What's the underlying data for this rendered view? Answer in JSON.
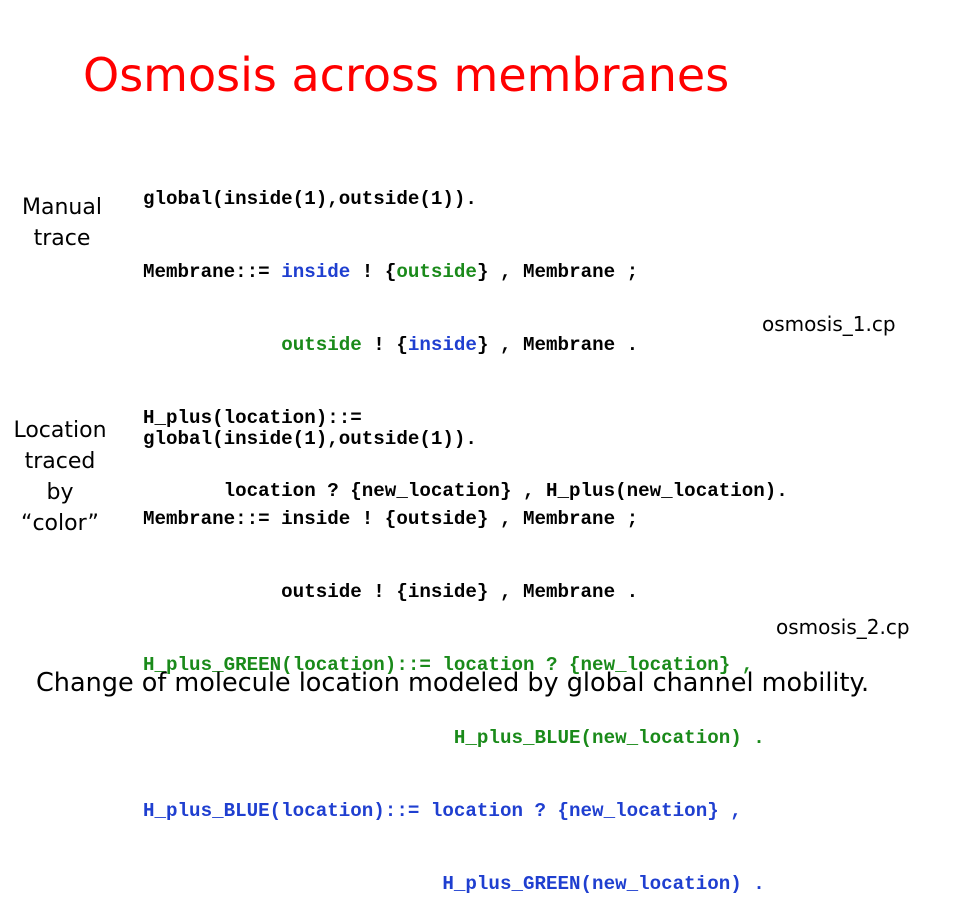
{
  "title": "Osmosis across membranes",
  "colors": {
    "title": "#ff0000",
    "blue": "#1f3fd0",
    "green": "#1a8a1a",
    "text": "#000000"
  },
  "section1": {
    "label_line1": "Manual",
    "label_line2": "trace",
    "code": {
      "l1": "global(inside(1),outside(1)).",
      "l2_a": "Membrane::= ",
      "l2_b": "inside",
      "l2_c": " ! {",
      "l2_d": "outside",
      "l2_e": "} , Membrane ;",
      "l3_a": "            ",
      "l3_b": "outside",
      "l3_c": " ! {",
      "l3_d": "inside",
      "l3_e": "} , Membrane .",
      "l4": "H_plus(location)::=",
      "l5": "       location ? {new_location} , H_plus(new_location)."
    },
    "filename": "osmosis_1.cp"
  },
  "section2": {
    "label_line1": "Location",
    "label_line2": "traced",
    "label_line3": "by",
    "label_line4": "“color”",
    "code": {
      "l1": "global(inside(1),outside(1)).",
      "l2": "Membrane::= inside ! {outside} , Membrane ;",
      "l3": "            outside ! {inside} , Membrane .",
      "l4": "H_plus_GREEN(location)::= location ? {new_location} ,",
      "l5": "                           H_plus_BLUE(new_location) .",
      "l6": "H_plus_BLUE(location)::= location ? {new_location} ,",
      "l7": "                          H_plus_GREEN(new_location) ."
    },
    "filename": "osmosis_2.cp"
  },
  "caption": "Change of molecule location modeled by global channel mobility."
}
